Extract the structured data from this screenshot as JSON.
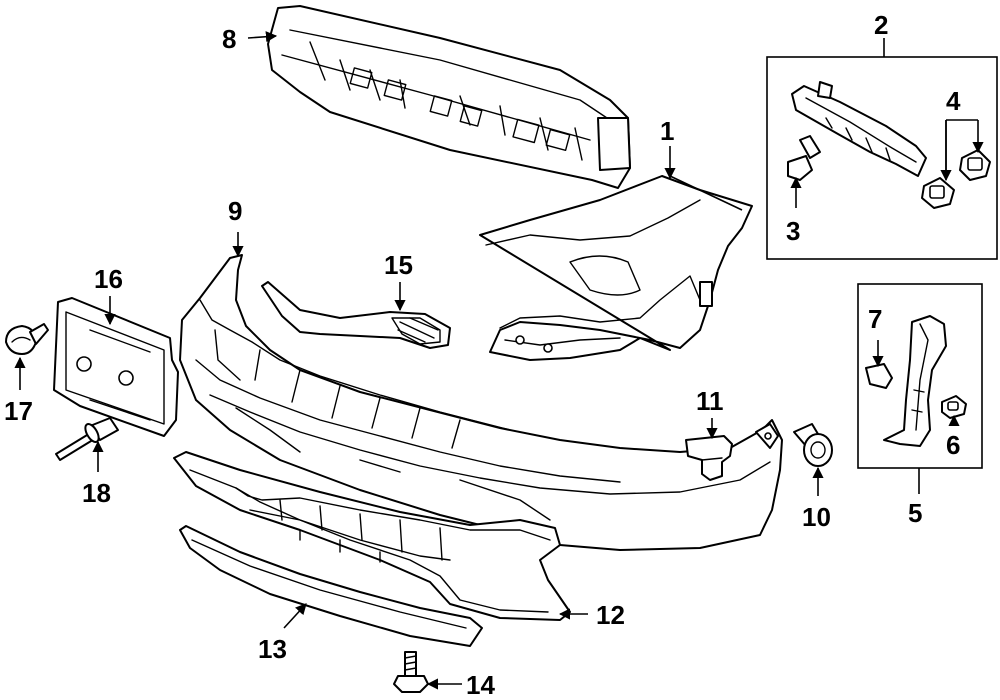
{
  "callouts": [
    {
      "id": "1",
      "text": "1"
    },
    {
      "id": "2",
      "text": "2"
    },
    {
      "id": "3",
      "text": "3"
    },
    {
      "id": "4",
      "text": "4"
    },
    {
      "id": "5",
      "text": "5"
    },
    {
      "id": "6",
      "text": "6"
    },
    {
      "id": "7",
      "text": "7"
    },
    {
      "id": "8",
      "text": "8"
    },
    {
      "id": "9",
      "text": "9"
    },
    {
      "id": "10",
      "text": "10"
    },
    {
      "id": "11",
      "text": "11"
    },
    {
      "id": "12",
      "text": "12"
    },
    {
      "id": "13",
      "text": "13"
    },
    {
      "id": "14",
      "text": "14"
    },
    {
      "id": "15",
      "text": "15"
    },
    {
      "id": "16",
      "text": "16"
    },
    {
      "id": "17",
      "text": "17"
    },
    {
      "id": "18",
      "text": "18"
    }
  ],
  "colors": {
    "line": "#000000",
    "background": "#ffffff"
  }
}
